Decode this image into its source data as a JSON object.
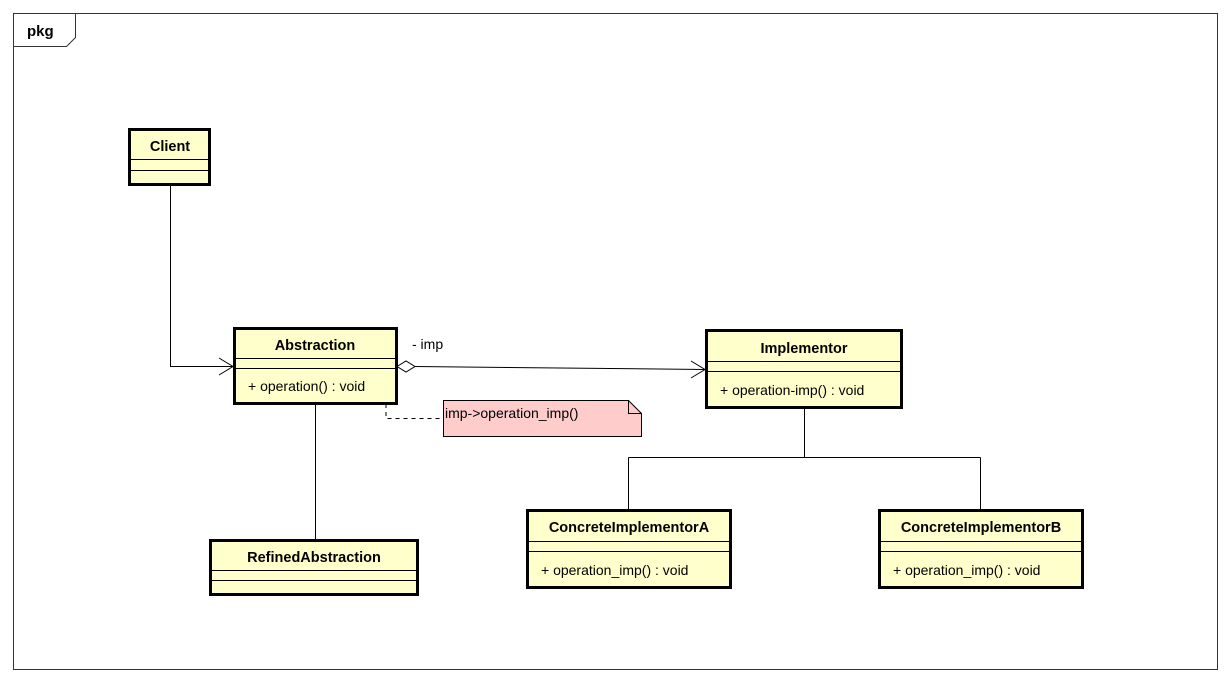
{
  "frame": {
    "label": "pkg"
  },
  "classes": {
    "client": {
      "name": "Client",
      "operations": []
    },
    "abstraction": {
      "name": "Abstraction",
      "operations": [
        "+ operation() : void"
      ]
    },
    "refined": {
      "name": "RefinedAbstraction",
      "operations": []
    },
    "implementor": {
      "name": "Implementor",
      "operations": [
        "+ operation-imp() : void"
      ]
    },
    "concreteA": {
      "name": "ConcreteImplementorA",
      "operations": [
        "+ operation_imp() : void"
      ]
    },
    "concreteB": {
      "name": "ConcreteImplementorB",
      "operations": [
        "+ operation_imp() : void"
      ]
    }
  },
  "association": {
    "role": "- imp"
  },
  "note": {
    "text": "imp->operation_imp()"
  },
  "colors": {
    "class_fill": "#ffffcc",
    "note_fill": "#ffcccc"
  }
}
